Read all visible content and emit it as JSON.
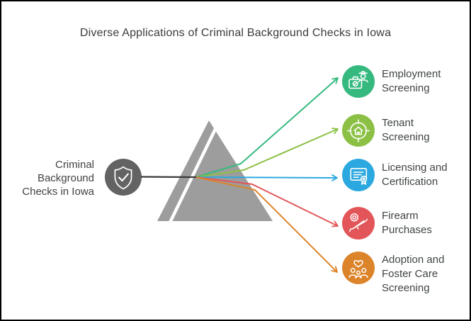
{
  "title": "Diverse Applications of Criminal Background Checks in Iowa",
  "source": {
    "label": "Criminal Background Checks in Iowa",
    "lines": [
      "Criminal",
      "Background",
      "Checks in Iowa"
    ],
    "icon": "shield-check-icon",
    "color": "#636363"
  },
  "items": [
    {
      "label": "Employment Screening",
      "lines": [
        "Employment",
        "Screening"
      ],
      "icon": "briefcase-person-icon",
      "color": "#35B97F"
    },
    {
      "label": "Tenant Screening",
      "lines": [
        "Tenant",
        "Screening"
      ],
      "icon": "house-target-icon",
      "color": "#8BC044"
    },
    {
      "label": "Licensing and Certification",
      "lines": [
        "Licensing and",
        "Certification"
      ],
      "icon": "certificate-seal-icon",
      "color": "#2BA8DF"
    },
    {
      "label": "Firearm Purchases",
      "lines": [
        "Firearm",
        "Purchases"
      ],
      "icon": "rifle-target-icon",
      "color": "#E25558"
    },
    {
      "label": "Adoption and Foster Care Screening",
      "lines": [
        "Adoption and",
        "Foster Care",
        "Screening"
      ],
      "icon": "family-heart-icon",
      "color": "#DC8429"
    }
  ],
  "prism_color": "#9D9D9D",
  "stripe_color": "#FFFFFF",
  "connector_color": "#3A3A3A",
  "background_color": "#FFFFFF",
  "border_color": "#000000",
  "title_color": "#3C3C3C",
  "label_color": "#3E4541"
}
